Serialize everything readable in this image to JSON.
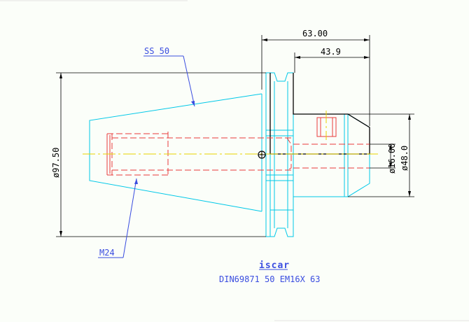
{
  "dimensions": {
    "length_overall": "63.00",
    "length_inner": "43.9",
    "diameter_flange": "ø97.50",
    "diameter_bore": "ø16.00",
    "diameter_body": "ø48.0"
  },
  "labels": {
    "taper": "SS 50",
    "thread": "M24"
  },
  "title_block": {
    "logo": "iscar",
    "designation": "DIN69871 50 EM16X 63"
  },
  "colors": {
    "outline": "#00c8e8",
    "hidden": "#e83a3a",
    "center": "#e8d200",
    "dimension": "#000000",
    "leader": "#3a4de0"
  }
}
